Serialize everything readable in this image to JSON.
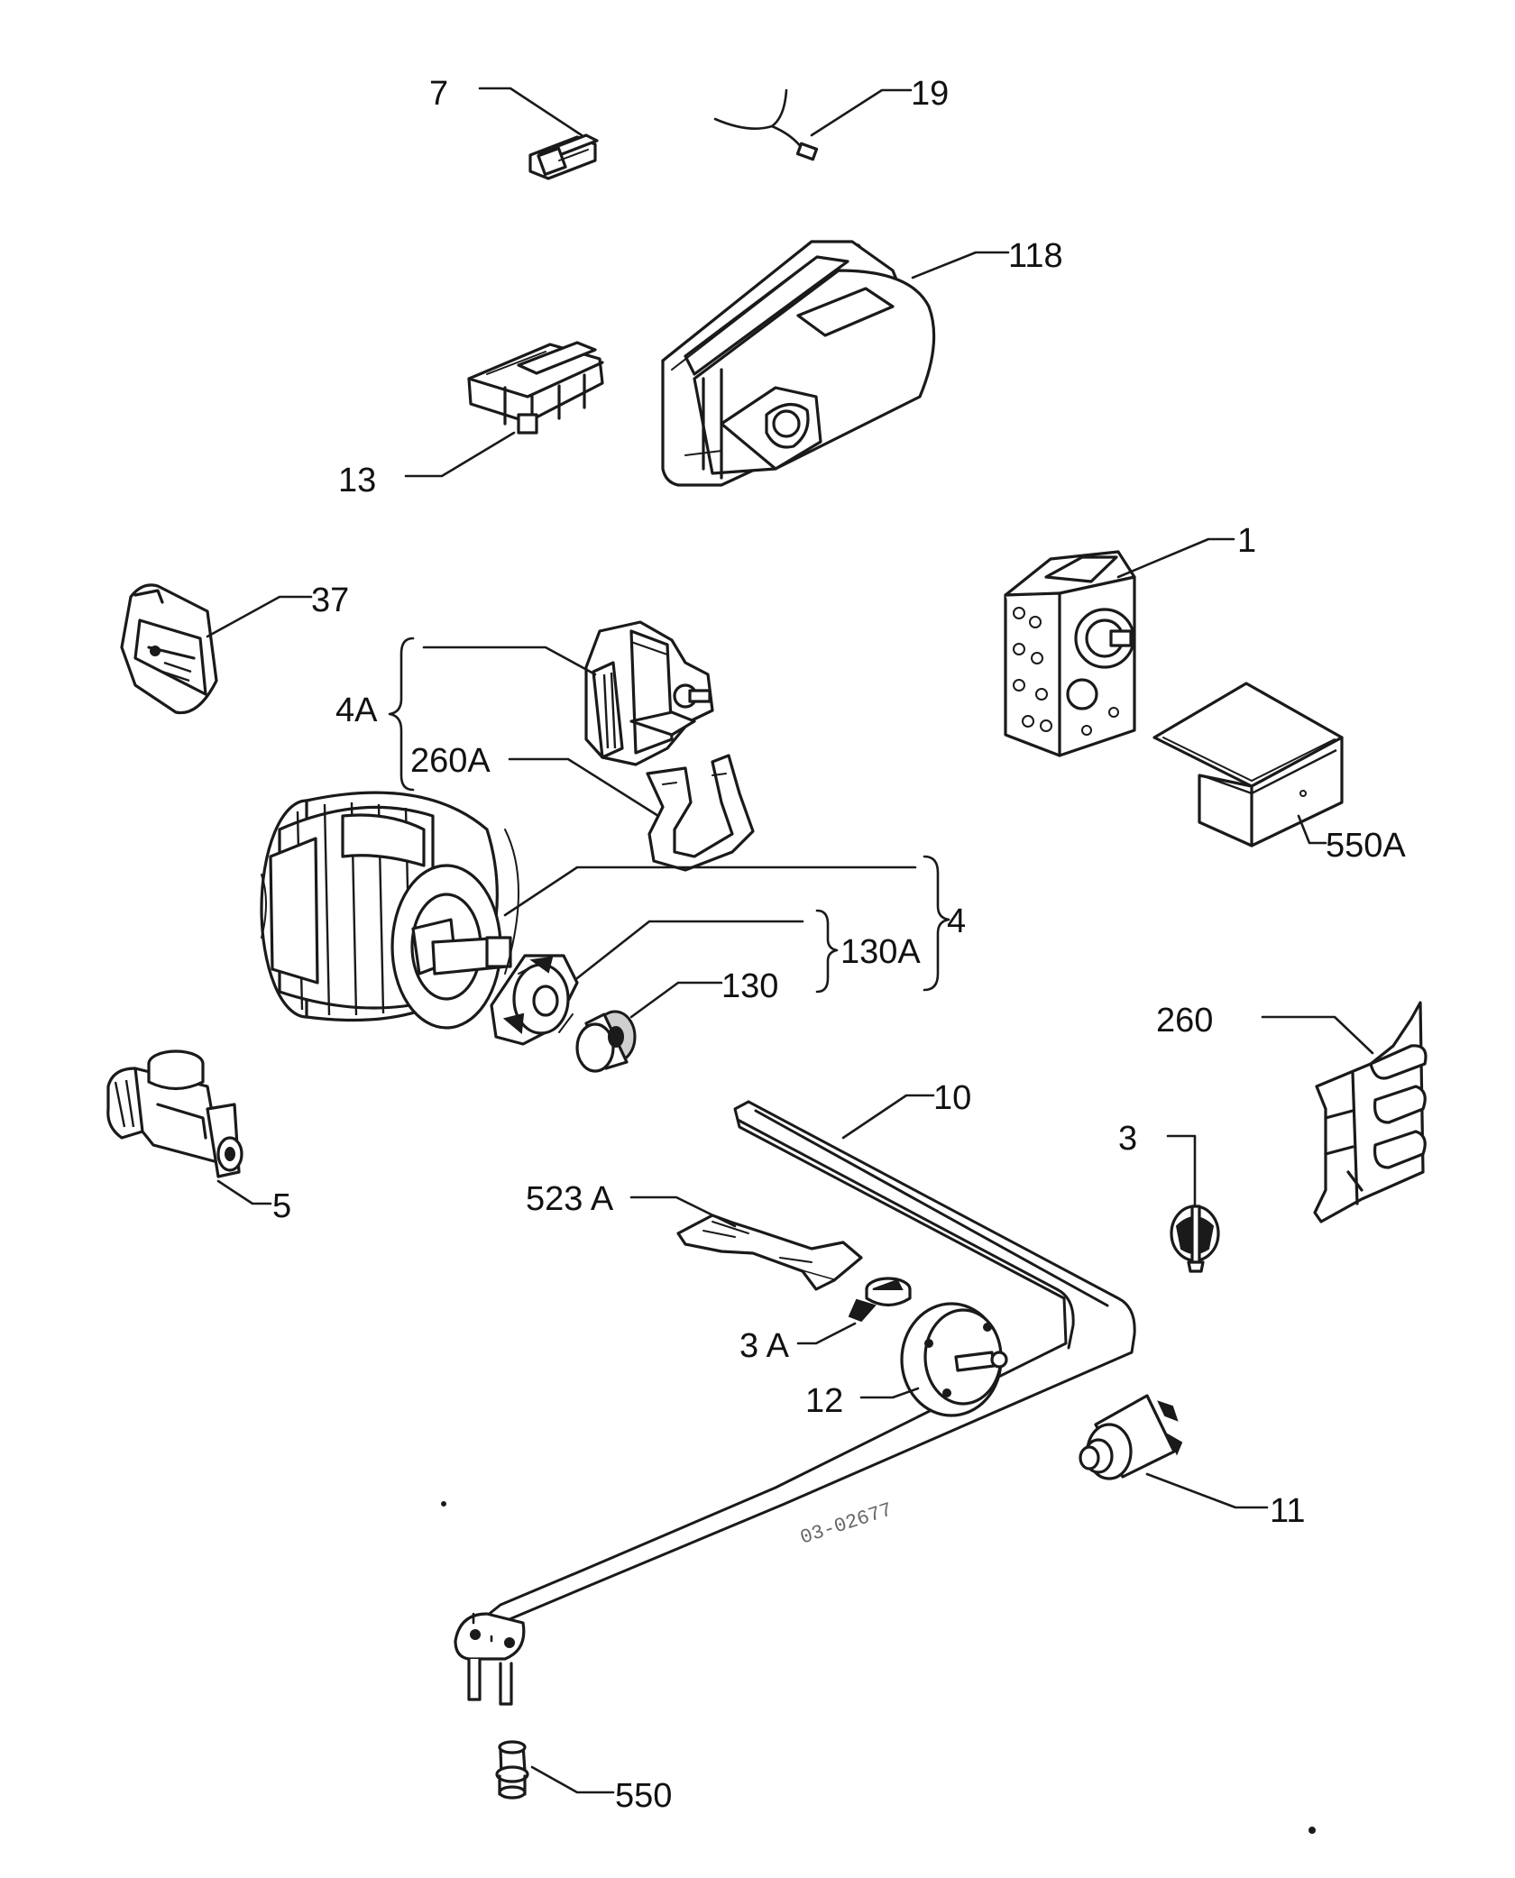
{
  "labels": {
    "p7": "7",
    "p19": "19",
    "p118": "118",
    "p13": "13",
    "p1": "1",
    "p37": "37",
    "p4A": "4A",
    "p260A": "260A",
    "p550A": "550A",
    "p4": "4",
    "p130A": "130A",
    "p130": "130",
    "p260": "260",
    "p10": "10",
    "p5": "5",
    "p3": "3",
    "p523A": "523 A",
    "p3A": "3 A",
    "p12": "12",
    "p11": "11",
    "p550": "550"
  },
  "drawing_code": "03-02677"
}
